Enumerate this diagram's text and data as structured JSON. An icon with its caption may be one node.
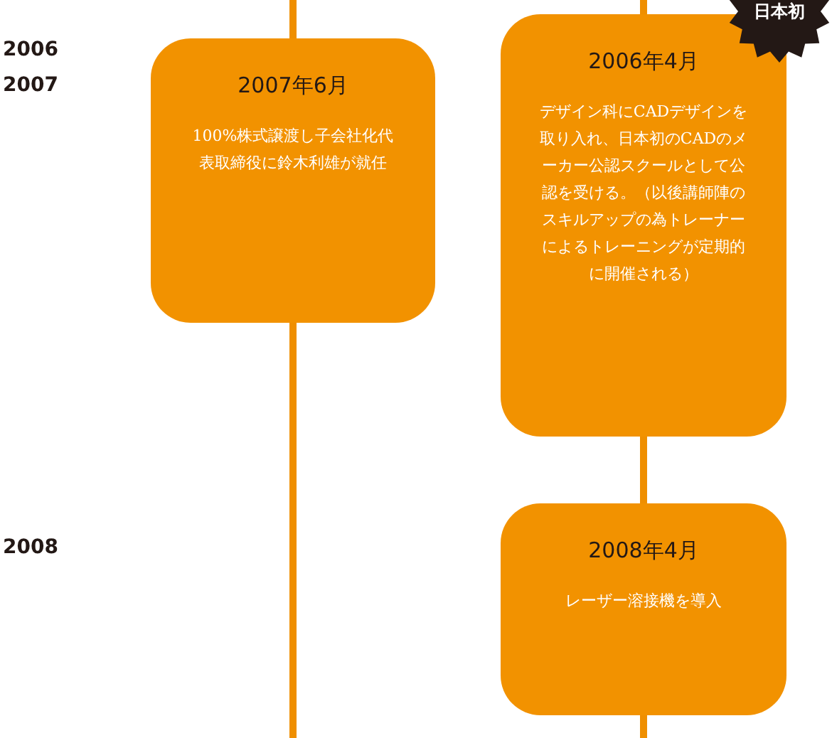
{
  "diagram": {
    "nodes": [
      {
        "text": [
          "2007年6月",
          "100%株式譲渡し子会社化代表取締役に鈴木利雄が就任"
        ]
      },
      {
        "text": [
          "2006年4月",
          "デザイン科にCADデザインを取り入れ、日本初のCADのメーカー公認スクールとして公認を受ける。（以後講師陣のスキルアップの為トレーナーによるトレーニングが定期的に開催される）"
        ]
      },
      {
        "text": [
          "2008年4月",
          "レーザー溶接機を導入"
        ]
      },
      {
        "text": [
          "日本初"
        ]
      }
    ],
    "edges": [
      {
        "from": null,
        "to": 0,
        "arrow": "none"
      },
      {
        "from": 0,
        "to": null,
        "arrow": "none"
      },
      {
        "from": null,
        "to": 1,
        "arrow": "none"
      },
      {
        "from": 1,
        "to": 2,
        "arrow": "none"
      },
      {
        "from": 2,
        "to": null,
        "arrow": "none"
      }
    ],
    "labels": [
      "2006",
      "2007",
      "2008"
    ]
  }
}
